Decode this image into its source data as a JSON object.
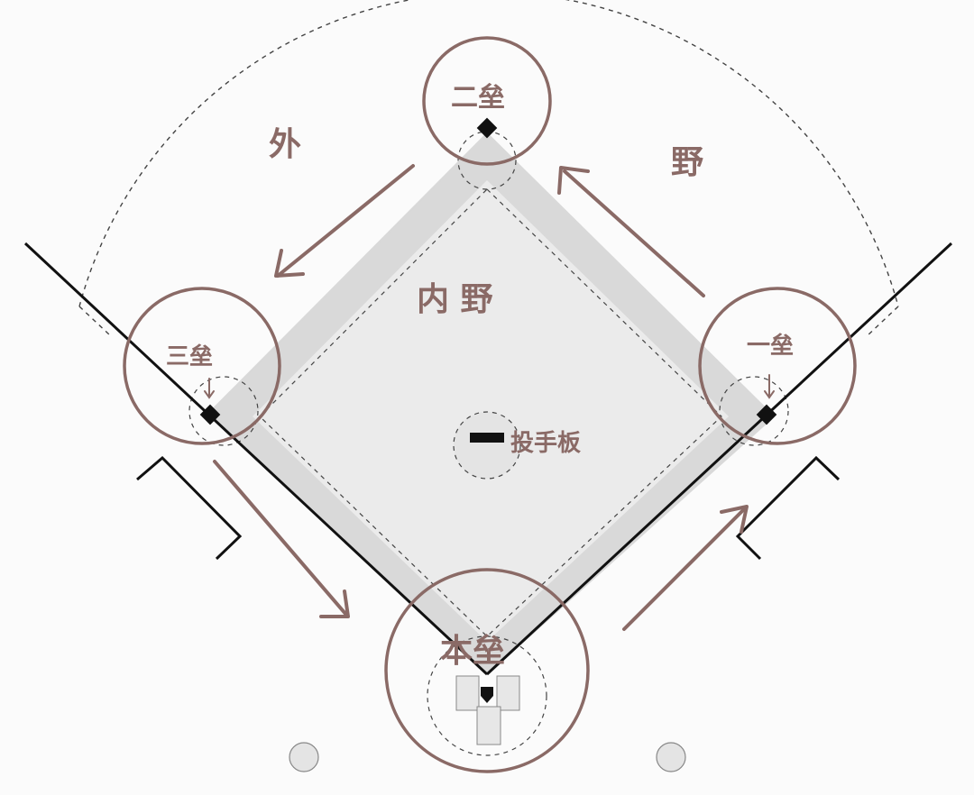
{
  "labels": {
    "outfield_left": "外",
    "outfield_right": "野",
    "infield": "内 野",
    "second_base": "二垒",
    "third_base": "三垒",
    "first_base": "一垒",
    "home_plate": "本垒",
    "pitchers_plate": "投手板"
  },
  "colors": {
    "background": "#fbfbfb",
    "infield_fill": "#e9e9e9",
    "basepath_fill": "#d8d8d8",
    "line": "#111111",
    "dashed": "#444444",
    "annotation": "#8a6a66",
    "plate": "#111111"
  }
}
